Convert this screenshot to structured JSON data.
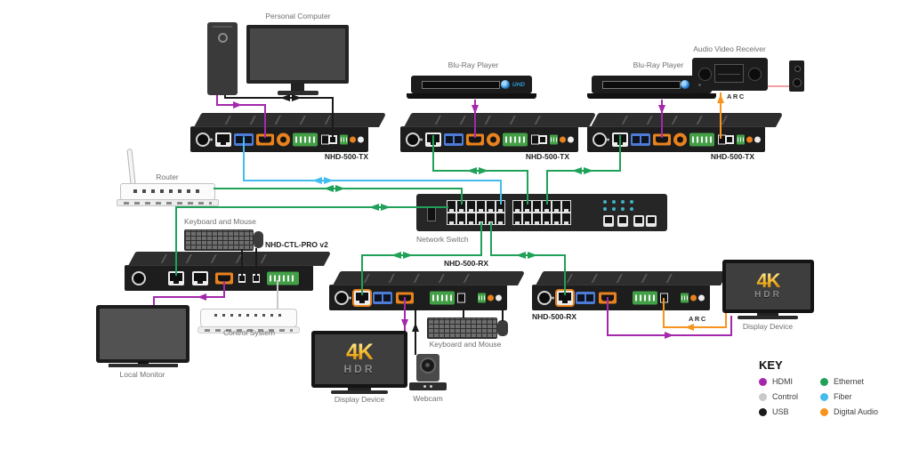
{
  "diagram": {
    "labels": {
      "personal_computer": "Personal Computer",
      "blu_ray_player": "Blu-Ray Player",
      "audio_video_receiver": "Audio Video Receiver",
      "tx_device": "NHD-500-TX",
      "router": "Router",
      "network_switch": "Network Switch",
      "keyboard_and_mouse": "Keyboard and Mouse",
      "ctl_device": "NHD-CTL-PRO v2",
      "control_system": "Control System",
      "local_monitor": "Local Monitor",
      "rx_device": "NHD-500-RX",
      "display_device": "Display Device",
      "webcam": "Webcam",
      "arc": "ARC",
      "uhd_badge": "UHD",
      "display_logo_top": "4K",
      "display_logo_bottom": "HDR"
    },
    "key": {
      "title": "KEY",
      "items": [
        {
          "label": "HDMI",
          "color_key": "hdmi"
        },
        {
          "label": "Control",
          "color_key": "control"
        },
        {
          "label": "USB",
          "color_key": "usb"
        },
        {
          "label": "Ethernet",
          "color_key": "ethernet"
        },
        {
          "label": "Fiber",
          "color_key": "fiber"
        },
        {
          "label": "Digital Audio",
          "color_key": "digital_audio"
        }
      ]
    },
    "colors": {
      "hdmi": "#A428AC",
      "control": "#C9C9C9",
      "usb": "#1A1A1A",
      "ethernet": "#1FA158",
      "fiber": "#45BCEE",
      "digital_audio": "#F7941E",
      "speaker_wire": "#F2A0A4"
    }
  }
}
